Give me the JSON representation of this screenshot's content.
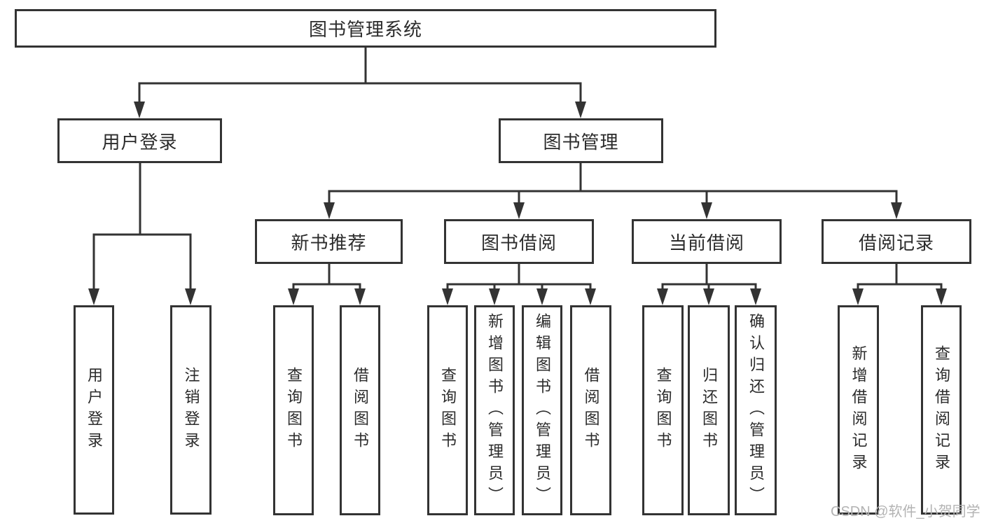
{
  "colors": {
    "line": "#333333",
    "node_border": "#333333",
    "node_text": "#2b2b2b",
    "background": "#ffffff",
    "watermark_text": "#b3b3b3"
  },
  "tree": {
    "label": "图书管理系统",
    "children": [
      {
        "label": "用户登录",
        "children": [
          {
            "label": "用户登录"
          },
          {
            "label": "注销登录"
          }
        ]
      },
      {
        "label": "图书管理",
        "children": [
          {
            "label": "新书推荐",
            "children": [
              {
                "label": "查询图书"
              },
              {
                "label": "借阅图书"
              }
            ]
          },
          {
            "label": "图书借阅",
            "children": [
              {
                "label": "查询图书"
              },
              {
                "label": "新增图书（管理员）"
              },
              {
                "label": "编辑图书（管理员）"
              },
              {
                "label": "借阅图书"
              }
            ]
          },
          {
            "label": "当前借阅",
            "children": [
              {
                "label": "查询图书"
              },
              {
                "label": "归还图书"
              },
              {
                "label": "确认归还（管理员）"
              }
            ]
          },
          {
            "label": "借阅记录",
            "children": [
              {
                "label": "新增借阅记录"
              },
              {
                "label": "查询借阅记录"
              }
            ]
          }
        ]
      }
    ]
  },
  "watermark": {
    "text": "CSDN @软件_小贺同学"
  }
}
